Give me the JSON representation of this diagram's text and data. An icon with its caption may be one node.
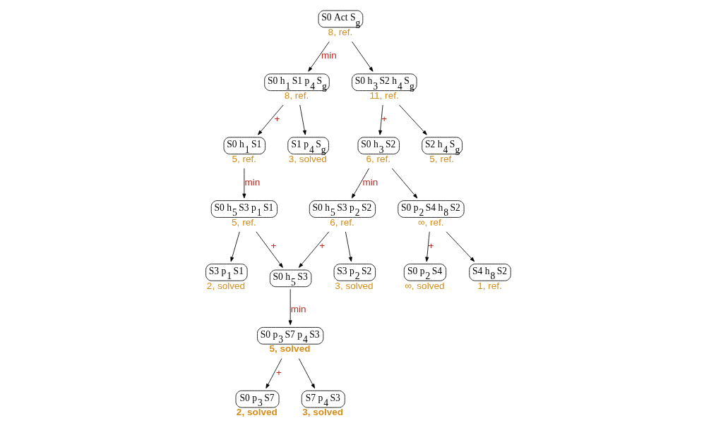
{
  "diagram": {
    "nodes": [
      {
        "text": [
          "S0 Act S$_{g}$"
        ],
        "beside": [
          "8, ref."
        ]
      },
      {
        "text": [
          "S0 h$_{1}$ S1 p$_{4}$ S$_{g}$"
        ],
        "beside": [
          "8, ref."
        ]
      },
      {
        "text": [
          "S0 h$_{3}$ S2 h$_{4}$ S$_{g}$"
        ],
        "beside": [
          "11, ref."
        ]
      },
      {
        "text": [
          "S0 h$_{1}$ S1"
        ],
        "beside": [
          "5, ref."
        ]
      },
      {
        "text": [
          "S1 p$_{4}$ S$_{g}$"
        ],
        "beside": [
          "3, solved"
        ]
      },
      {
        "text": [
          "S0 h$_{3}$ S2"
        ],
        "beside": [
          "6, ref."
        ]
      },
      {
        "text": [
          "S2 h$_{4}$ S$_{g}$"
        ],
        "beside": [
          "5, ref."
        ]
      },
      {
        "text": [
          "S0 h$_{5}$ S3 p$_{1}$ S1"
        ],
        "beside": [
          "5, ref."
        ]
      },
      {
        "text": [
          "S0 h$_{5}$ S3 p$_{2}$ S2"
        ],
        "beside": [
          "6, ref."
        ]
      },
      {
        "text": [
          "S0 p$_{2}$ S4 h$_{8}$ S2"
        ],
        "beside": [
          "∞, ref."
        ]
      },
      {
        "text": [
          "S0 h$_{5}$ S3"
        ]
      },
      {
        "text": [
          "S3 p$_{1}$ S1"
        ],
        "beside": [
          "2, solved"
        ]
      },
      {
        "text": [
          "S3 p$_{2}$ S2"
        ],
        "beside": [
          "3, solved"
        ]
      },
      {
        "text": [
          "S0 p$_{2}$ S4"
        ],
        "beside": [
          "∞, solved"
        ]
      },
      {
        "text": [
          "S4 h$_{8}$ S2"
        ],
        "beside": [
          "1, ref."
        ]
      },
      {
        "text": [
          "S0 p$_{3}$ S7 p$_{4}$ S3"
        ],
        "beside": [
          "5, solved"
        ]
      },
      {
        "text": [
          "S0 p$_{3}$ S7"
        ],
        "beside": [
          "2, solved"
        ]
      },
      {
        "text": [
          "S7 p$_{4}$ S3"
        ],
        "beside": [
          "3, solved"
        ]
      }
    ],
    "edges": [
      {
        "from": 0,
        "to": 1,
        "arrow": "to",
        "label": "min"
      },
      {
        "from": 0,
        "to": 2,
        "arrow": "to"
      },
      {
        "from": 1,
        "to": 3,
        "arrow": "to",
        "label": "+"
      },
      {
        "from": 1,
        "to": 4,
        "arrow": "to"
      },
      {
        "from": 2,
        "to": 5,
        "arrow": "to",
        "label": "+"
      },
      {
        "from": 2,
        "to": 6,
        "arrow": "to"
      },
      {
        "from": 3,
        "to": 7,
        "arrow": "to",
        "label": "min"
      },
      {
        "from": 5,
        "to": 8,
        "arrow": "to",
        "label": "min"
      },
      {
        "from": 5,
        "to": 9,
        "arrow": "to"
      },
      {
        "from": 7,
        "to": 10,
        "arrow": "to",
        "label": "+"
      },
      {
        "from": 7,
        "to": 11,
        "arrow": "to"
      },
      {
        "from": 8,
        "to": 10,
        "arrow": "to",
        "label": "+"
      },
      {
        "from": 8,
        "to": 12,
        "arrow": "to"
      },
      {
        "from": 9,
        "to": 13,
        "arrow": "to",
        "label": "+"
      },
      {
        "from": 9,
        "to": 14,
        "arrow": "to"
      },
      {
        "from": 10,
        "to": 15,
        "arrow": "to",
        "label": "min"
      },
      {
        "from": 15,
        "to": 16,
        "arrow": "to",
        "label": "+"
      },
      {
        "from": 15,
        "to": 17,
        "arrow": "to"
      }
    ]
  }
}
